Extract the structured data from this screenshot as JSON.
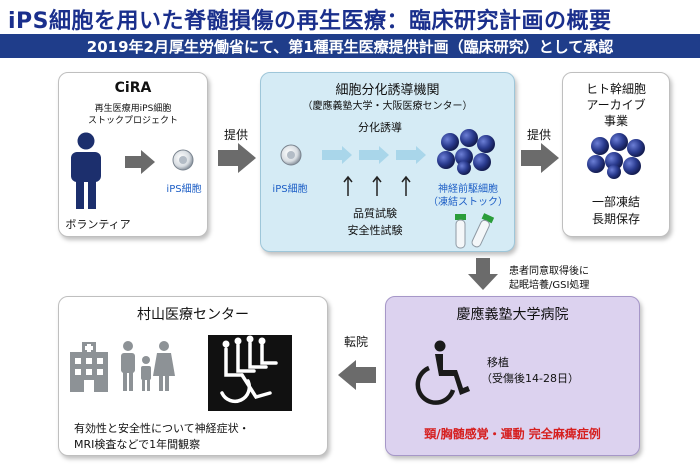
{
  "title": "iPS細胞を用いた脊髄損傷の再生医療：臨床研究計画の概要",
  "subtitle": "2019年2月厚生労働省にて、第1種再生医療提供計画（臨床研究）として承認",
  "cira": {
    "name": "CiRA",
    "project_line1": "再生医療用iPS細胞",
    "project_line2": "ストックプロジェクト",
    "ips_label": "iPS細胞",
    "volunteer": "ボランティア"
  },
  "provide1": "提供",
  "institute": {
    "name": "細胞分化誘導機関",
    "affiliation": "（慶應義塾大学・大阪医療センター）",
    "differentiation": "分化誘導",
    "ips_label": "iPS細胞",
    "neural_line1": "神経前駆細胞",
    "neural_line2": "（凍結ストック）",
    "qa_line1": "品質試験",
    "qa_line2": "安全性試験"
  },
  "provide2": "提供",
  "bank": {
    "line1": "ヒト幹細胞",
    "line2": "アーカイブ",
    "line3": "事業",
    "line4": "一部凍結",
    "line5": "長期保存"
  },
  "consent": {
    "line1": "患者同意取得後に",
    "line2": "起眠培養/GSI処理"
  },
  "keio": {
    "name": "慶應義塾大学病院",
    "transplant": "移植",
    "timing": "（受傷後14-28日）",
    "condition": "頸/胸髄感覚・運動 完全麻痺症例"
  },
  "transfer": "転院",
  "murayama": {
    "name": "村山医療センター",
    "note_line1": "有効性と安全性について神経症状・",
    "note_line2": "MRI検査などで1年間観察"
  },
  "colors": {
    "title": "#1a2f8c",
    "subtitle_bar": "#1f3d8a",
    "ips_text": "#1e5fc6",
    "condition_text": "#d62020",
    "cell_sphere": "#2a3b8f"
  }
}
